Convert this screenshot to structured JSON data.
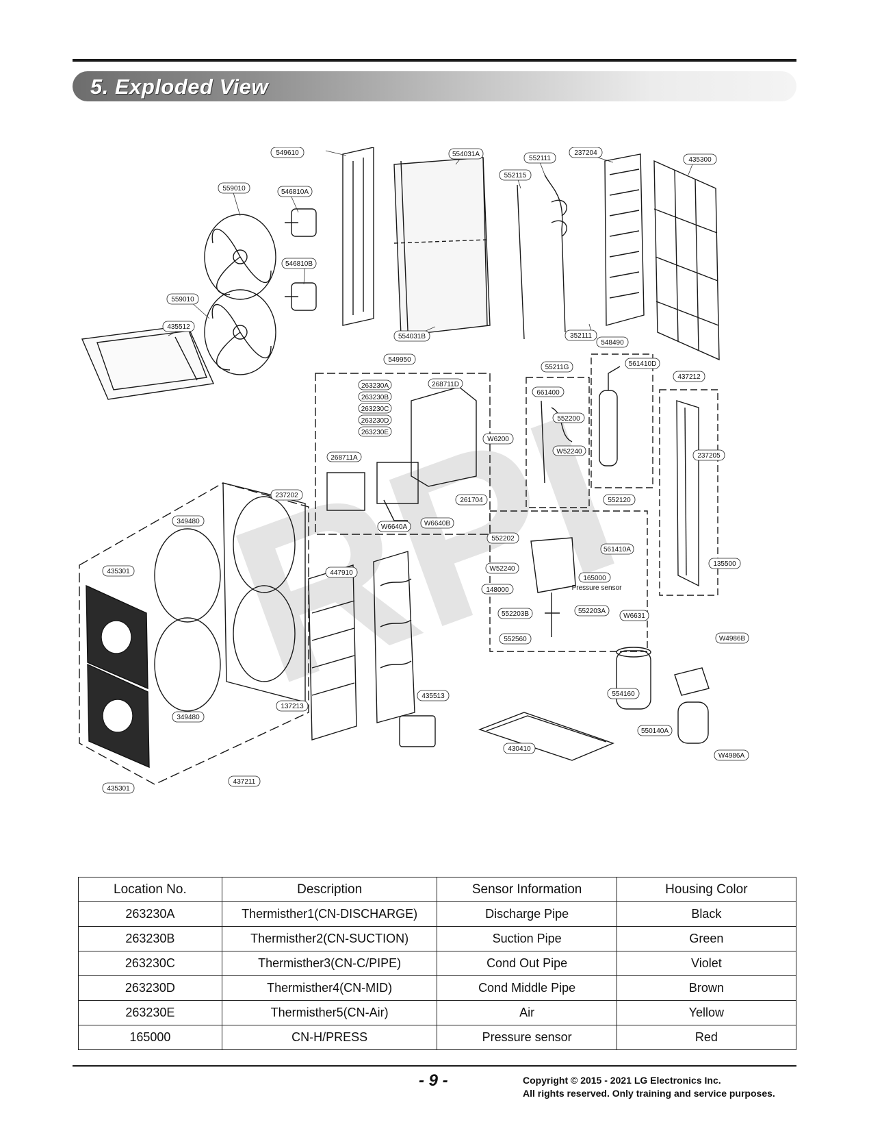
{
  "header": {
    "title": "5. Exploded View"
  },
  "diagram": {
    "watermark": "RPI",
    "pressure_sensor_label": "Pressure sensor",
    "callouts": [
      "549610",
      "554031A",
      "552111",
      "237204",
      "435300",
      "559010",
      "546810A",
      "552115",
      "546810B",
      "559010",
      "435512",
      "554031B",
      "352111",
      "549950",
      "548490",
      "55211G",
      "561410D",
      "263230A",
      "263230B",
      "263230C",
      "263230D",
      "263230E",
      "268711D",
      "W6200",
      "661400",
      "552200",
      "W52240",
      "437212",
      "237205",
      "268711A",
      "261704",
      "W6640B",
      "W6640A",
      "237202",
      "349480",
      "552120",
      "552202",
      "561410A",
      "W52240",
      "165000",
      "148000",
      "552203B",
      "552203A",
      "435301",
      "447910",
      "135500",
      "W6631",
      "552560",
      "W4986B",
      "554160",
      "435513",
      "137213",
      "349480",
      "430410",
      "550140A",
      "W4986A",
      "435301",
      "437211"
    ]
  },
  "table": {
    "headers": [
      "Location No.",
      "Description",
      "Sensor Information",
      "Housing Color"
    ],
    "rows": [
      [
        "263230A",
        "Thermisther1(CN-DISCHARGE)",
        "Discharge Pipe",
        "Black"
      ],
      [
        "263230B",
        "Thermisther2(CN-SUCTION)",
        "Suction Pipe",
        "Green"
      ],
      [
        "263230C",
        "Thermisther3(CN-C/PIPE)",
        "Cond Out Pipe",
        "Violet"
      ],
      [
        "263230D",
        "Thermisther4(CN-MID)",
        "Cond Middle Pipe",
        "Brown"
      ],
      [
        "263230E",
        "Thermisther5(CN-Air)",
        "Air",
        "Yellow"
      ],
      [
        "165000",
        "CN-H/PRESS",
        "Pressure sensor",
        "Red"
      ]
    ]
  },
  "footer": {
    "page": "- 9 -",
    "copyright_line1": "Copyright © 2015 - 2021 LG Electronics Inc.",
    "copyright_line2": "All rights reserved. Only training and service purposes."
  }
}
